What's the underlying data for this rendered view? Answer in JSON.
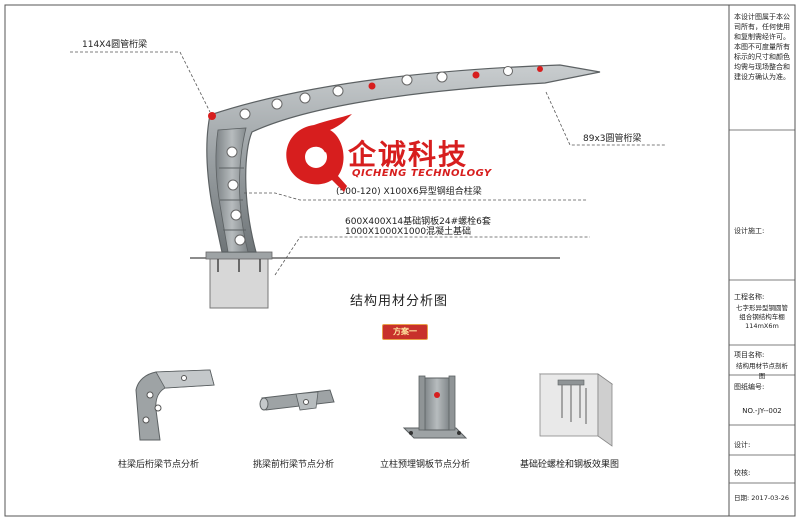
{
  "logo": {
    "name_cn": "企诚科技",
    "name_en": "QICHENG TECHNOLOGY"
  },
  "callouts": {
    "top_beam": "114X4圆管桁梁",
    "right_beam": "89x3圆管桁梁",
    "column": "(500-120) X100X6异型钢组合柱梁",
    "base_line1": "600X400X14基础钢板24#螺栓6套",
    "base_line2": "1000X1000X1000混凝土基础"
  },
  "section_title": "结构用材分析图",
  "badge_label": "方案一",
  "captions": [
    "柱梁后桁梁节点分析",
    "挑梁前桁梁节点分析",
    "立柱预埋钢板节点分析",
    "基础砼螺栓和钢板效果图"
  ],
  "title_block": {
    "copyright_note": "本设计图属于本公司所有，任何使用和复制需经许可。本图不可度量所有标示的尺寸和颜色均需与现场整合和建设方确认为准。",
    "construction_label": "设计施工:",
    "project_label": "工程名称:",
    "project_name": "七字形异型钢圆管组合钢结构车棚114mX6m",
    "item_label": "项目名称:",
    "item_name": "结构用材节点剖析图",
    "drawing_no_label": "图纸编号:",
    "drawing_no": "NO.-JY--002",
    "design_label": "设计:",
    "check_label": "校核:",
    "date_label": "日期:",
    "date": "2017-03-26"
  },
  "colors": {
    "accent_red": "#d71e1e",
    "steel_gray": "#8f9496",
    "line": "#555555"
  }
}
